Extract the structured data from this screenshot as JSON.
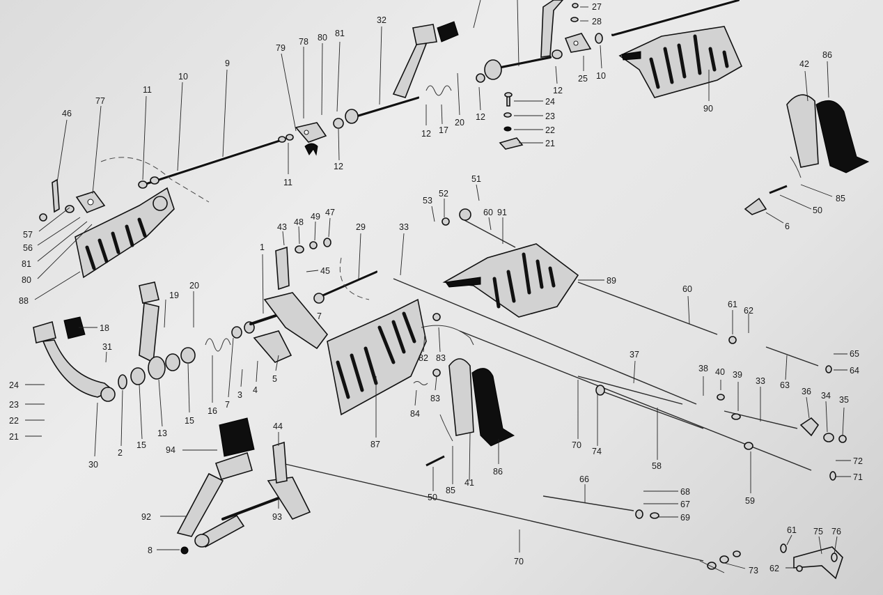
{
  "diagram": {
    "labels": [
      {
        "id": "46",
        "text": "46"
      },
      {
        "id": "77",
        "text": "77"
      },
      {
        "id": "11a",
        "text": "11"
      },
      {
        "id": "10a",
        "text": "10"
      },
      {
        "id": "9",
        "text": "9"
      },
      {
        "id": "79",
        "text": "79"
      },
      {
        "id": "78",
        "text": "78"
      },
      {
        "id": "80a",
        "text": "80"
      },
      {
        "id": "81a",
        "text": "81"
      },
      {
        "id": "32",
        "text": "32"
      },
      {
        "id": "27",
        "text": "27"
      },
      {
        "id": "28",
        "text": "28"
      },
      {
        "id": "25",
        "text": "25"
      },
      {
        "id": "10b",
        "text": "10"
      },
      {
        "id": "12a",
        "text": "12"
      },
      {
        "id": "12b",
        "text": "12"
      },
      {
        "id": "12c",
        "text": "12"
      },
      {
        "id": "12d",
        "text": "12"
      },
      {
        "id": "17",
        "text": "17"
      },
      {
        "id": "20a",
        "text": "20"
      },
      {
        "id": "24a",
        "text": "24"
      },
      {
        "id": "23a",
        "text": "23"
      },
      {
        "id": "22a",
        "text": "22"
      },
      {
        "id": "21a",
        "text": "21"
      },
      {
        "id": "90",
        "text": "90"
      },
      {
        "id": "42",
        "text": "42"
      },
      {
        "id": "86a",
        "text": "86"
      },
      {
        "id": "85a",
        "text": "85"
      },
      {
        "id": "50a",
        "text": "50"
      },
      {
        "id": "6",
        "text": "6"
      },
      {
        "id": "11b",
        "text": "11"
      },
      {
        "id": "12e",
        "text": "12"
      },
      {
        "id": "57",
        "text": "57"
      },
      {
        "id": "56",
        "text": "56"
      },
      {
        "id": "81b",
        "text": "81"
      },
      {
        "id": "80b",
        "text": "80"
      },
      {
        "id": "88",
        "text": "88"
      },
      {
        "id": "53",
        "text": "53"
      },
      {
        "id": "52",
        "text": "52"
      },
      {
        "id": "51",
        "text": "51"
      },
      {
        "id": "60a",
        "text": "60"
      },
      {
        "id": "91",
        "text": "91"
      },
      {
        "id": "43",
        "text": "43"
      },
      {
        "id": "48",
        "text": "48"
      },
      {
        "id": "49",
        "text": "49"
      },
      {
        "id": "47",
        "text": "47"
      },
      {
        "id": "29",
        "text": "29"
      },
      {
        "id": "33a",
        "text": "33"
      },
      {
        "id": "45",
        "text": "45"
      },
      {
        "id": "1",
        "text": "1"
      },
      {
        "id": "7a",
        "text": "7"
      },
      {
        "id": "89",
        "text": "89"
      },
      {
        "id": "60b",
        "text": "60"
      },
      {
        "id": "61a",
        "text": "61"
      },
      {
        "id": "62a",
        "text": "62"
      },
      {
        "id": "18",
        "text": "18"
      },
      {
        "id": "19",
        "text": "19"
      },
      {
        "id": "20b",
        "text": "20"
      },
      {
        "id": "31",
        "text": "31"
      },
      {
        "id": "24b",
        "text": "24"
      },
      {
        "id": "23b",
        "text": "23"
      },
      {
        "id": "22b",
        "text": "22"
      },
      {
        "id": "21b",
        "text": "21"
      },
      {
        "id": "30",
        "text": "30"
      },
      {
        "id": "2",
        "text": "2"
      },
      {
        "id": "15a",
        "text": "15"
      },
      {
        "id": "13",
        "text": "13"
      },
      {
        "id": "15b",
        "text": "15"
      },
      {
        "id": "16",
        "text": "16"
      },
      {
        "id": "7b",
        "text": "7"
      },
      {
        "id": "3",
        "text": "3"
      },
      {
        "id": "4",
        "text": "4"
      },
      {
        "id": "5",
        "text": "5"
      },
      {
        "id": "87",
        "text": "87"
      },
      {
        "id": "82",
        "text": "82"
      },
      {
        "id": "83a",
        "text": "83"
      },
      {
        "id": "83b",
        "text": "83"
      },
      {
        "id": "84",
        "text": "84"
      },
      {
        "id": "37",
        "text": "37"
      },
      {
        "id": "38",
        "text": "38"
      },
      {
        "id": "40",
        "text": "40"
      },
      {
        "id": "39",
        "text": "39"
      },
      {
        "id": "33b",
        "text": "33"
      },
      {
        "id": "36",
        "text": "36"
      },
      {
        "id": "34",
        "text": "34"
      },
      {
        "id": "35",
        "text": "35"
      },
      {
        "id": "65",
        "text": "65"
      },
      {
        "id": "64",
        "text": "64"
      },
      {
        "id": "63",
        "text": "63"
      },
      {
        "id": "70a",
        "text": "70"
      },
      {
        "id": "74",
        "text": "74"
      },
      {
        "id": "58",
        "text": "58"
      },
      {
        "id": "59",
        "text": "59"
      },
      {
        "id": "72",
        "text": "72"
      },
      {
        "id": "71",
        "text": "71"
      },
      {
        "id": "94",
        "text": "94"
      },
      {
        "id": "44",
        "text": "44"
      },
      {
        "id": "50b",
        "text": "50"
      },
      {
        "id": "85b",
        "text": "85"
      },
      {
        "id": "41",
        "text": "41"
      },
      {
        "id": "86b",
        "text": "86"
      },
      {
        "id": "66",
        "text": "66"
      },
      {
        "id": "68",
        "text": "68"
      },
      {
        "id": "67",
        "text": "67"
      },
      {
        "id": "69",
        "text": "69"
      },
      {
        "id": "92",
        "text": "92"
      },
      {
        "id": "93",
        "text": "93"
      },
      {
        "id": "8",
        "text": "8"
      },
      {
        "id": "70b",
        "text": "70"
      },
      {
        "id": "61b",
        "text": "61"
      },
      {
        "id": "75",
        "text": "75"
      },
      {
        "id": "76",
        "text": "76"
      },
      {
        "id": "62b",
        "text": "62"
      },
      {
        "id": "73",
        "text": "73"
      },
      {
        "id": "48t",
        "text": "48"
      }
    ]
  }
}
